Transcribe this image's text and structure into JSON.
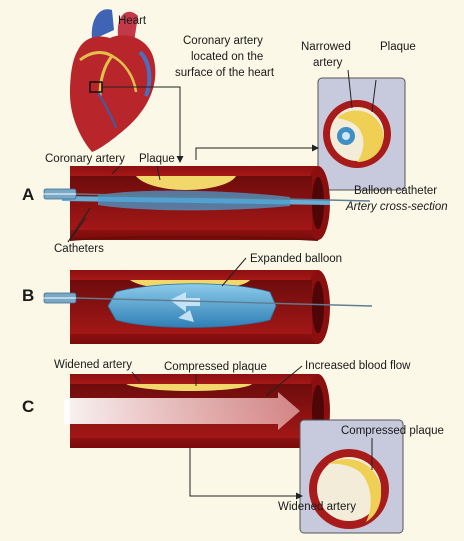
{
  "labels": {
    "heart": "Heart",
    "coronary_location_1": "Coronary artery",
    "coronary_location_2": "located on the",
    "coronary_location_3": "surface of the heart",
    "narrowed_artery_1": "Narrowed",
    "narrowed_artery_2": "artery",
    "plaque_top": "Plaque",
    "coronary_artery": "Coronary artery",
    "plaque": "Plaque",
    "balloon_catheter": "Balloon catheter",
    "artery_cross_section": "Artery cross-section",
    "catheters": "Catheters",
    "expanded_balloon": "Expanded balloon",
    "widened_artery": "Widened artery",
    "compressed_plaque": "Compressed plaque",
    "increased_blood_flow": "Increased blood flow",
    "compressed_plaque_inset": "Compressed plaque",
    "widened_artery_inset": "Widened artery"
  },
  "steps": [
    "A",
    "B",
    "C"
  ],
  "colors": {
    "background": "#fbf8e7",
    "artery_outer": "#b51d1d",
    "artery_inner": "#7a0e0e",
    "plaque": "#f2d86a",
    "balloon": "#58a9d6",
    "inset_box": "#c7c9dc"
  }
}
